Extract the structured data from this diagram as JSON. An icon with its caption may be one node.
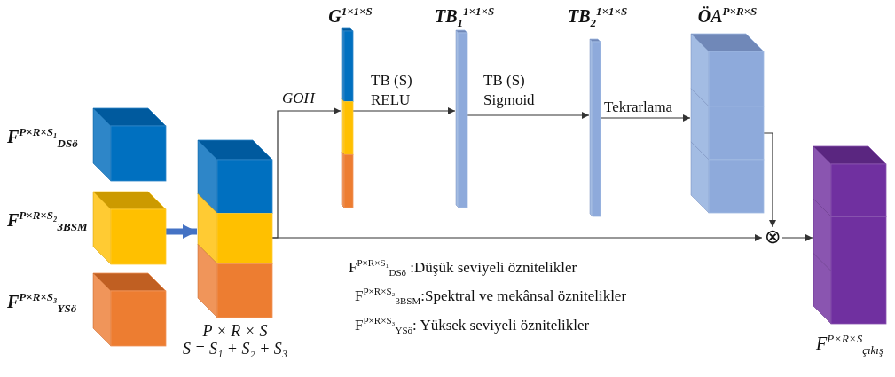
{
  "diagram": {
    "nodes": [
      {
        "text": [
          "F$^{P×R×S₁}$$_{DSö}$"
        ]
      },
      {
        "text": [
          "F$^{P×R×S₂}$$_{3BSM}$"
        ]
      },
      {
        "text": [
          "F$^{P×R×S₃}$$_{YSö}$"
        ]
      },
      {
        "text": [
          "P × R × S",
          "S = S₁ + S₂ + S₃"
        ]
      },
      {
        "text": [
          "G$^{1×1×S}$"
        ]
      },
      {
        "text": [
          "TB$_{1}$$^{1×1×S}$"
        ]
      },
      {
        "text": [
          "TB$_{2}$$^{1×1×S}$"
        ]
      },
      {
        "text": [
          "ÖA$^{P×R×S}$"
        ]
      },
      {
        "text": [
          "⊗"
        ]
      },
      {
        "text": [
          "F$^{P×R×S}$$_{çıkış}$"
        ]
      }
    ],
    "edges": [
      {
        "from": 1,
        "to": 3,
        "arrow": "to",
        "style": "thick",
        "color": "#4472c4"
      },
      {
        "from": 3,
        "to": 4,
        "arrow": "to",
        "label": "GOH"
      },
      {
        "from": 4,
        "to": 5,
        "arrow": "to",
        "label": "TB (S) RELU"
      },
      {
        "from": 5,
        "to": 6,
        "arrow": "to",
        "label": "TB (S) Sigmoid"
      },
      {
        "from": 6,
        "to": 7,
        "arrow": "to",
        "label": "Tekrarlama"
      },
      {
        "from": 7,
        "to": 8,
        "arrow": "to"
      },
      {
        "from": 3,
        "to": 8,
        "arrow": "to"
      },
      {
        "from": 8,
        "to": 9,
        "arrow": "to"
      }
    ],
    "labels": [
      "F$^{P×R×S₁}$$_{DSö}$ :Düşük seviyeli öznitelikler",
      "F$^{P×R×S₂}$$_{3BSM}$:Spektral ve mekânsal öznitelikler",
      "F$^{P×R×S₃}$$_{YSö}$: Yüksek seviyeli öznitelikler"
    ]
  }
}
